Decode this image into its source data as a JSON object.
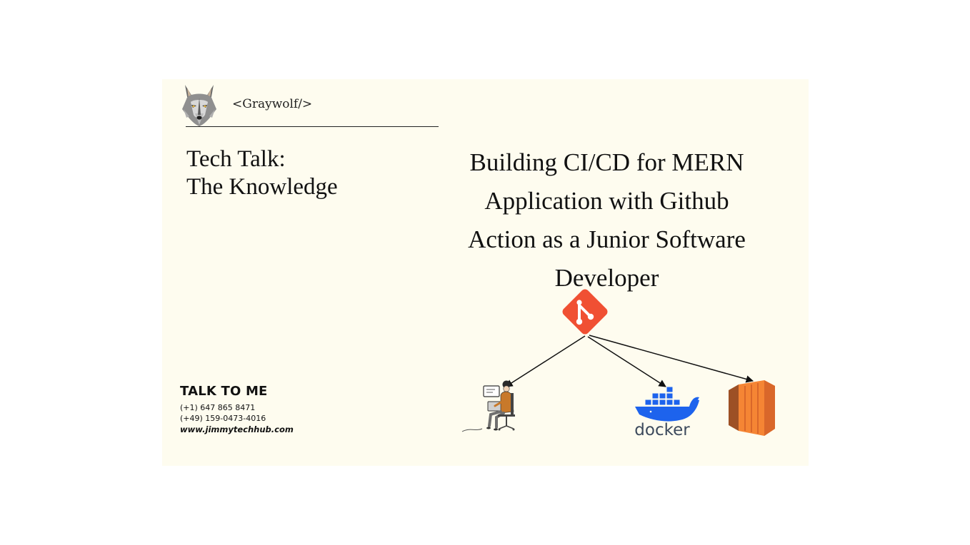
{
  "brand": {
    "name": "<Graywolf/>",
    "logo_icon": "wolf-head-icon"
  },
  "section_title": {
    "line1": "Tech Talk:",
    "line2": "The Knowledge"
  },
  "headline": {
    "lines": [
      "Building CI/CD for MERN",
      "Application with Github",
      "Action as a Junior Software",
      "Developer"
    ]
  },
  "contact": {
    "heading": "TALK TO ME",
    "phone_1": "(+1) 647 865 8471",
    "phone_2": "(+49) 159-0473-4016",
    "website": "www.jimmytechhub.com"
  },
  "diagram": {
    "source": {
      "icon": "git-icon",
      "color": "#f05033"
    },
    "targets": [
      {
        "icon": "developer-at-laptop-icon"
      },
      {
        "icon": "docker-icon",
        "label": "docker",
        "color": "#1d63ed"
      },
      {
        "icon": "aws-ec2-icon",
        "color": "#f58534"
      }
    ]
  },
  "colors": {
    "card_background": "#fefcef",
    "text": "#111111"
  }
}
